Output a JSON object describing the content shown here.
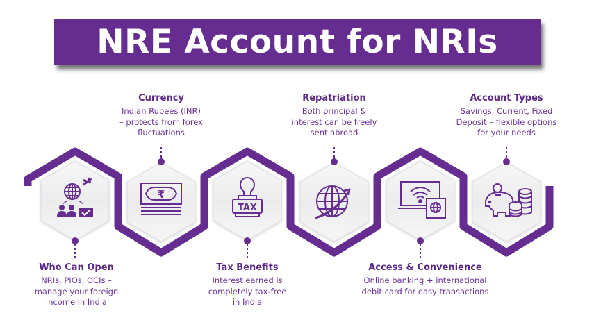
{
  "title": "NRE Account for NRIs",
  "colors": {
    "brand_purple": "#662d91",
    "text_purple": "#5b2a86",
    "hex_fill": "#f0f0f2",
    "background": "#ffffff"
  },
  "steps": [
    {
      "position": "bottom",
      "icon": "global-users-check-icon",
      "title": "Who Can Open",
      "description_lines": [
        "NRIs, PIOs, OCIs –",
        "manage your foreign",
        "income in India"
      ]
    },
    {
      "position": "top",
      "icon": "rupee-banknote-icon",
      "title": "Currency",
      "description_lines": [
        "Indian Rupees (INR)",
        "– protects from forex",
        "fluctuations"
      ]
    },
    {
      "position": "bottom",
      "icon": "tax-stamp-icon",
      "title": "Tax Benefits",
      "description_lines": [
        "Interest earned is",
        "completely tax-free",
        "in India"
      ]
    },
    {
      "position": "top",
      "icon": "globe-arrow-icon",
      "title": "Repatriation",
      "description_lines": [
        "Both principal &",
        "interest can be freely",
        "sent abroad"
      ]
    },
    {
      "position": "bottom",
      "icon": "laptop-wifi-globe-icon",
      "title": "Access & Convenience",
      "description_lines": [
        "Online banking + international",
        "debit card for easy transactions"
      ]
    },
    {
      "position": "top",
      "icon": "piggy-bank-coins-icon",
      "title": "Account Types",
      "description_lines": [
        "Savings, Current, Fixed",
        "Deposit – flexible options",
        "for your needs"
      ]
    }
  ]
}
